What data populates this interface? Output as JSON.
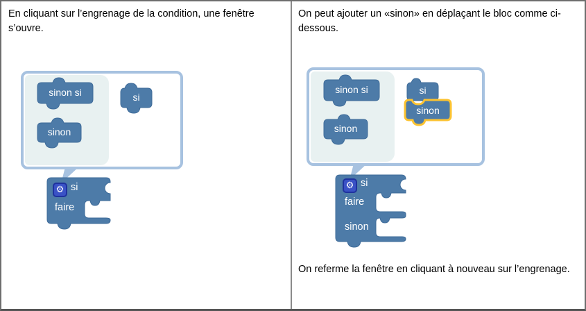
{
  "colors": {
    "block_fill": "#4d7ba8",
    "block_stroke": "#3e6b99",
    "block_text": "#ffffff",
    "gear_badge_fill": "#3a52c6",
    "gear_badge_border": "#1f329e",
    "popup_border": "#a7c2e0",
    "flyout_panel": "#e8f1f1",
    "highlight": "#fcc331",
    "table_border": "#6e6e6e",
    "table_border_bottom": "#565656",
    "text": "#000000"
  },
  "icons": {
    "gear_glyph": "⚙"
  },
  "left": {
    "caption": "En cliquant sur l’engrenage de la condition, une fenêtre s’ouvre.",
    "flyout_blocks": [
      {
        "label": "sinon si"
      },
      {
        "label": "sinon"
      }
    ],
    "workspace_blocks": [
      {
        "label": "si"
      }
    ],
    "main_block": {
      "row1": "si",
      "row2": "faire"
    }
  },
  "right": {
    "caption_top": "On peut ajouter un «sinon» en déplaçant le bloc comme ci-dessous.",
    "caption_bottom": "On referme la fenêtre en cliquant à nouveau sur l’engrenage.",
    "flyout_blocks": [
      {
        "label": "sinon si"
      },
      {
        "label": "sinon"
      }
    ],
    "workspace_blocks": [
      {
        "label": "si"
      },
      {
        "label": "sinon",
        "highlighted": true
      }
    ],
    "main_block": {
      "row1": "si",
      "row2": "faire",
      "row3": "sinon"
    }
  }
}
